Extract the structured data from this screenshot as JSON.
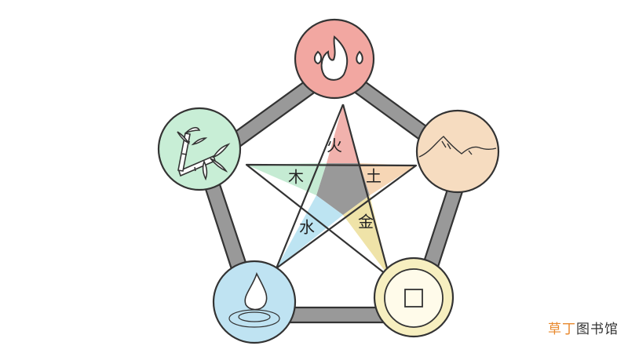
{
  "elements": [
    {
      "id": "fire",
      "label": "火",
      "color": "#f2a7a1",
      "star_color": "#f1b2ad",
      "icon": "flame-icon"
    },
    {
      "id": "earth",
      "label": "土",
      "color": "#f6dcc0",
      "star_color": "#f6d6b5",
      "icon": "mountain-icon"
    },
    {
      "id": "metal",
      "label": "金",
      "color": "#f7efc0",
      "star_color": "#efe3a8",
      "icon": "square-hole-coin-icon"
    },
    {
      "id": "water",
      "label": "水",
      "color": "#bfe3f2",
      "star_color": "#bde4f2",
      "icon": "water-drop-icon"
    },
    {
      "id": "wood",
      "label": "木",
      "color": "#c8eed6",
      "star_color": "#c5ebd3",
      "icon": "bamboo-icon"
    }
  ],
  "ring_color": "#999999",
  "center_color": "#999999",
  "outline_color": "#333333",
  "watermark": {
    "part1": "草丁",
    "part2": "图书馆",
    "color1": "#e8892e",
    "color2": "#333333"
  }
}
